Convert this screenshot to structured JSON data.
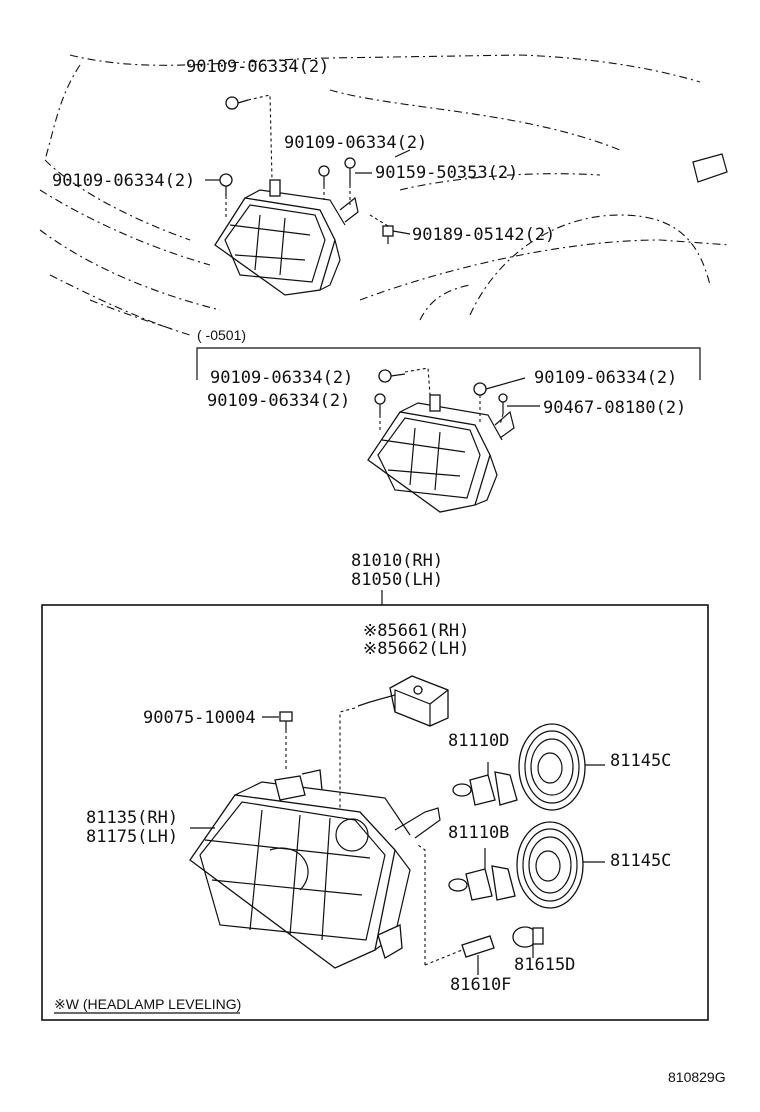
{
  "labels": {
    "top_bolt_a": "90109-06334(2)",
    "top_bolt_b": "90109-06334(2)",
    "top_bolt_c": "90109-06334(2)",
    "top_screw": "90159-50353(2)",
    "top_clip": "90189-05142(2)",
    "range_note": "(    -0501)",
    "mid_bolt_a": "90109-06334(2)",
    "mid_bolt_b": "90109-06334(2)",
    "mid_bolt_c": "90109-06334(2)",
    "mid_screw": "90467-08180(2)",
    "assy_rh": "81010(RH)",
    "assy_lh": "81050(LH)",
    "actuator_rh": "※85661(RH)",
    "actuator_lh": "※85662(LH)",
    "screw": "90075-10004",
    "bulb_d": "81110D",
    "bulb_b": "81110B",
    "cover_1": "81145C",
    "cover_2": "81145C",
    "unit_rh": "81135(RH)",
    "unit_lh": "81175(LH)",
    "socket": "81615D",
    "small_bulb": "81610F",
    "footnote": "※W (HEADLAMP LEVELING)",
    "diagram_code": "810829G"
  }
}
